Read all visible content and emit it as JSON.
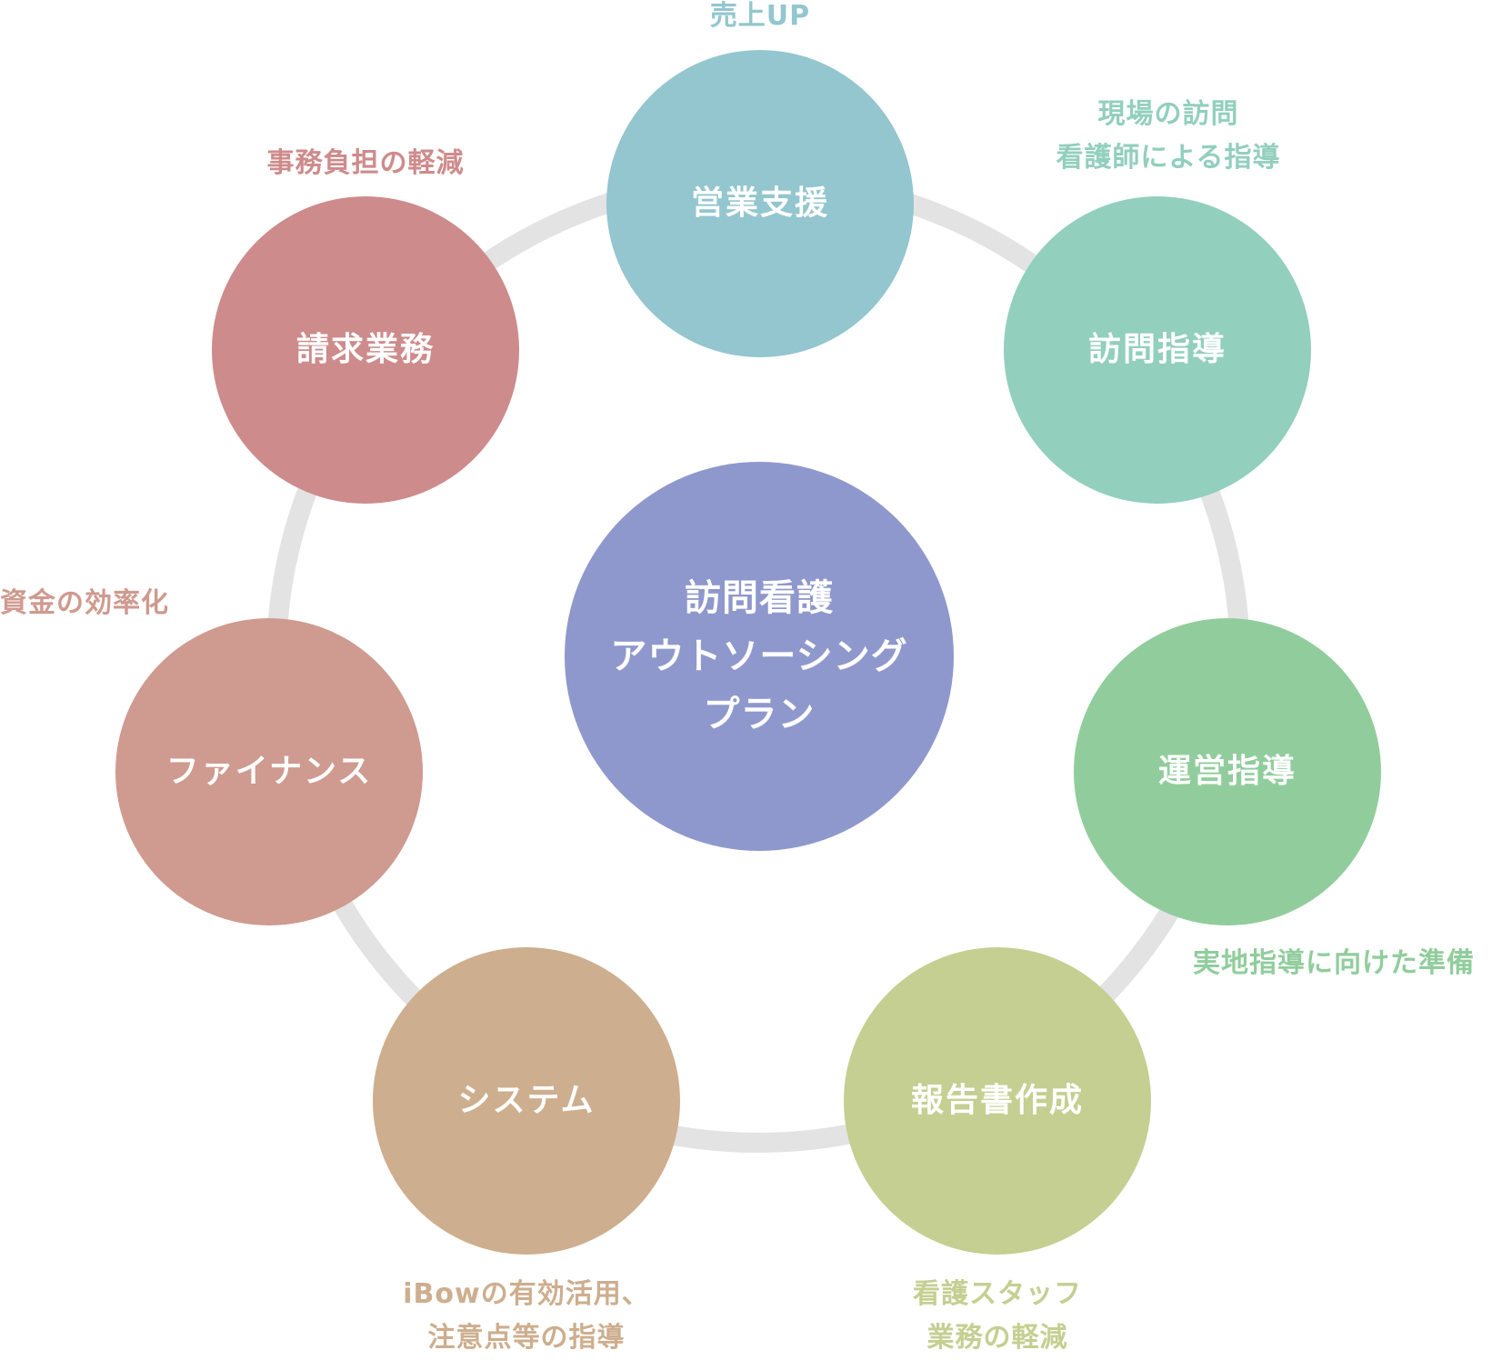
{
  "center": {
    "lines": [
      "訪問看護",
      "アウトソーシング",
      "プラン"
    ],
    "color": "#8f98cc"
  },
  "nodes": [
    {
      "label": "営業支援",
      "color": "#93c6ce",
      "caption": [
        "売上UP"
      ]
    },
    {
      "label": "訪問指導",
      "color": "#92cfbd",
      "caption": [
        "現場の訪問",
        "看護師による指導"
      ]
    },
    {
      "label": "運営指導",
      "color": "#91cd9c",
      "caption": [
        "実地指導に向けた準備"
      ]
    },
    {
      "label": "報告書作成",
      "color": "#c4cf91",
      "caption": [
        "看護スタッフ",
        "業務の軽減"
      ]
    },
    {
      "label": "システム",
      "color": "#cdae8e",
      "caption": [
        "iBowの有効活用、",
        "注意点等の指導"
      ]
    },
    {
      "label": "ファイナンス",
      "color": "#cf9a8f",
      "caption": [
        "資金の効率化"
      ]
    },
    {
      "label": "請求業務",
      "color": "#ce8b8b",
      "caption": [
        "事務負担の軽減"
      ]
    }
  ],
  "colors": {
    "ring": "#e3e3e3",
    "text_on_circle": "#ffffff"
  }
}
